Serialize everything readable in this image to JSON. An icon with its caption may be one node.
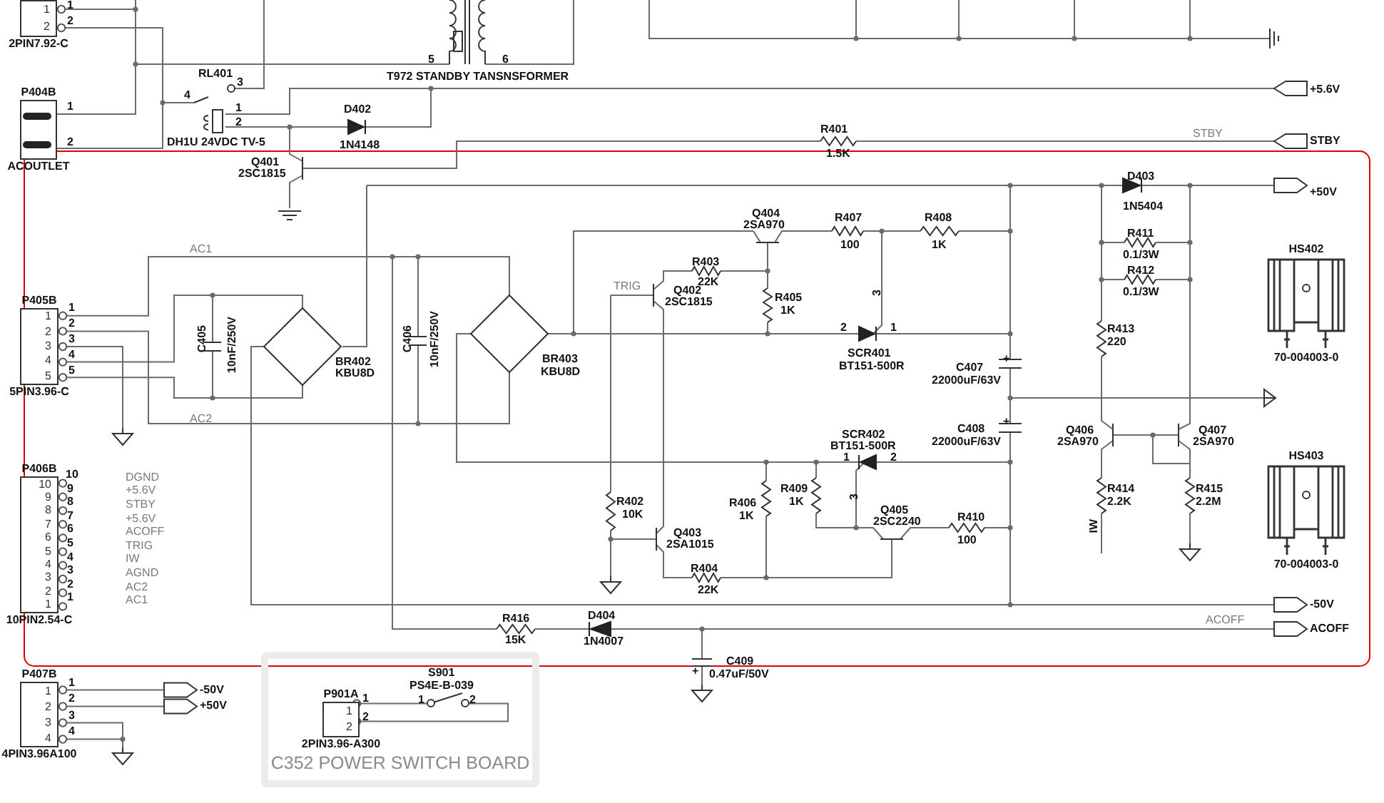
{
  "diagram": {
    "nodes": [
      {
        "text": [
          "1",
          "2",
          "2PIN7.92-C"
        ]
      },
      {
        "text": [
          "P404B",
          "ACOUTLET"
        ]
      },
      {
        "text": [
          "P405B",
          "1",
          "2",
          "3",
          "4",
          "5",
          "5PIN3.96-C"
        ]
      },
      {
        "text": [
          "P406B",
          "10",
          "9",
          "8",
          "7",
          "6",
          "5",
          "4",
          "3",
          "2",
          "1",
          "10PIN2.54-C"
        ]
      },
      {
        "text": [
          "P407B",
          "1",
          "2",
          "3",
          "4",
          "4PIN3.96A100"
        ]
      },
      {
        "text": [
          "C352 POWER SWITCH BOARD"
        ]
      },
      {
        "text": [
          "P901A",
          "1",
          "2",
          "2PIN3.96-A300"
        ],
        "in": 5
      },
      {
        "text": [
          "HS402",
          "70-004003-0"
        ]
      },
      {
        "text": [
          "HS403",
          "70-004003-0"
        ]
      }
    ],
    "edges": [
      {
        "from": 0,
        "to": 1,
        "arrow": "none"
      },
      {
        "from": 0,
        "to": 1,
        "arrow": "none"
      }
    ],
    "labels": [
      "1",
      "2",
      "5",
      "6",
      "RL401",
      "T972 STANDBY TANSNSFORMER",
      "3",
      "+5.6V",
      "4",
      "1",
      "1",
      "D402",
      "2",
      "R401",
      "STBY",
      "2",
      "DH1U 24VDC TV-5",
      "1N4148",
      "STBY",
      "1.5K",
      "Q401",
      "2SC1815",
      "D403",
      "+50V",
      "1N5404",
      "Q404",
      "R407",
      "R408",
      "2SA970",
      "R411",
      "AC1",
      "100",
      "1K",
      "0.1/3W",
      "R403",
      "R412",
      "TRIG",
      "Q402",
      "22K",
      "0.1/3W",
      "2SC1815",
      "R405",
      "3",
      "1",
      "1K",
      "2",
      "2",
      "1",
      "R413",
      "3",
      "C405",
      "10nF/250V",
      "C406",
      "10nF/250V",
      "220",
      "4",
      "BR402",
      "BR403",
      "SCR401",
      "+",
      "5",
      "KBU8D",
      "KBU8D",
      "BT151-500R",
      "C407",
      "22000uF/63V",
      "AC2",
      "+",
      "SCR402",
      "C408",
      "Q406",
      "Q407",
      "BT151-500R",
      "22000uF/63V",
      "2SA970",
      "2SA970",
      "1",
      "2",
      "10",
      "DGND",
      "9",
      "+5.6V",
      "R409",
      "R414",
      "R415",
      "8",
      "STBY",
      "R402",
      "R406",
      "1K",
      "3",
      "2.2K",
      "2.2M",
      "7",
      "+5.6V",
      "10K",
      "1K",
      "2SC2240",
      "Q405",
      "R410",
      "6",
      "ACOFF",
      "Q403",
      "IW",
      "5",
      "TRIG",
      "2SA1015",
      "100",
      "4",
      "IW",
      "3",
      "AGND",
      "R404",
      "2",
      "AC2",
      "22K",
      "1",
      "AC1",
      "-50V",
      "R416",
      "D404",
      "ACOFF",
      "ACOFF",
      "15K",
      "1N4007",
      "C409",
      "S901",
      "+",
      "0.47uF/50V",
      "1",
      "-50V",
      "PS4E-B-039",
      "2",
      "+50V",
      "1",
      "1",
      "2",
      "3",
      "2",
      "4"
    ]
  }
}
